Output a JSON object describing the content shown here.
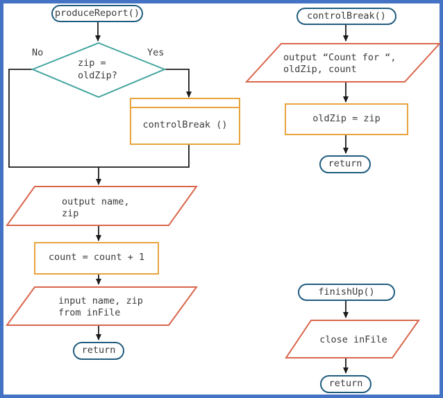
{
  "colors": {
    "frame_border": "#4472c4",
    "terminal_border": "#1f5b7e",
    "decision_border": "#43a49e",
    "process_border": "#e8a33d",
    "io_border": "#d9654b",
    "line": "#1a1a1a",
    "text": "#3a3a3a"
  },
  "produce_report": {
    "title": "produceReport()",
    "decision": "zip =\noldZip?",
    "no_label": "No",
    "yes_label": "Yes",
    "module_call": "controlBreak ()",
    "output_io": "output name,\nzip",
    "process": "count = count + 1",
    "input_io": "input name, zip\nfrom inFile",
    "return_label": "return"
  },
  "control_break": {
    "title": "controlBreak()",
    "output_io": "output “Count for “,\noldZip, count",
    "process": "oldZip = zip",
    "return_label": "return"
  },
  "finish_up": {
    "title": "finishUp()",
    "process_io": "close inFile",
    "return_label": "return"
  }
}
